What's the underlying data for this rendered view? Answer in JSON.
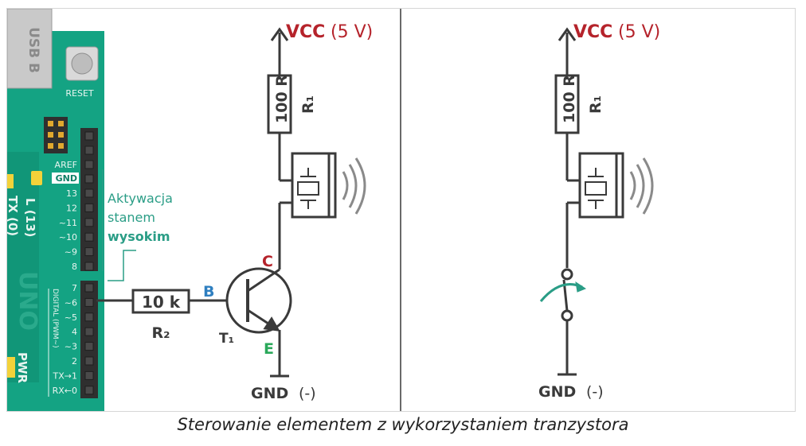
{
  "caption": "Sterowanie elementem z wykorzystaniem tranzystora",
  "colors": {
    "wire": "#3a3a3a",
    "vcc_red": "#b5232b",
    "base_blue": "#2f7fc0",
    "emitter_green": "#2aa85a",
    "teal": "#2a9d86",
    "board_green": "#14a383",
    "board_dark": "#0e7f66"
  },
  "left": {
    "vcc": "VCC",
    "vcc_suffix": "(5 V)",
    "r1_value": "100 R",
    "r1_name": "R₁",
    "r2_value": "10 k",
    "r2_name": "R₂",
    "transistor_name": "T₁",
    "pin_c": "C",
    "pin_b": "B",
    "pin_e": "E",
    "gnd": "GND",
    "gnd_suffix": "(-)",
    "note_line1": "Aktywacja",
    "note_line2": "stanem",
    "note_line3": "wysokim"
  },
  "right": {
    "vcc": "VCC",
    "vcc_suffix": "(5 V)",
    "r1_value": "100 R",
    "r1_name": "R₁",
    "gnd": "GND",
    "gnd_suffix": "(-)"
  },
  "board": {
    "usb": "USB B",
    "reset": "RESET",
    "aref": "AREF",
    "gnd_pin": "GND",
    "pins_top": [
      "13",
      "12",
      "~11",
      "~10",
      "~9",
      "8"
    ],
    "pins_bottom": [
      "7",
      "~6",
      "~5",
      "4",
      "~3",
      "2",
      "TX→1",
      "RX←0"
    ],
    "led_l": "L (13)",
    "led_tx": "TX (0)",
    "pwr": "PWR",
    "digital": "DIGITAL (PWM~)",
    "uno": "UNO"
  }
}
